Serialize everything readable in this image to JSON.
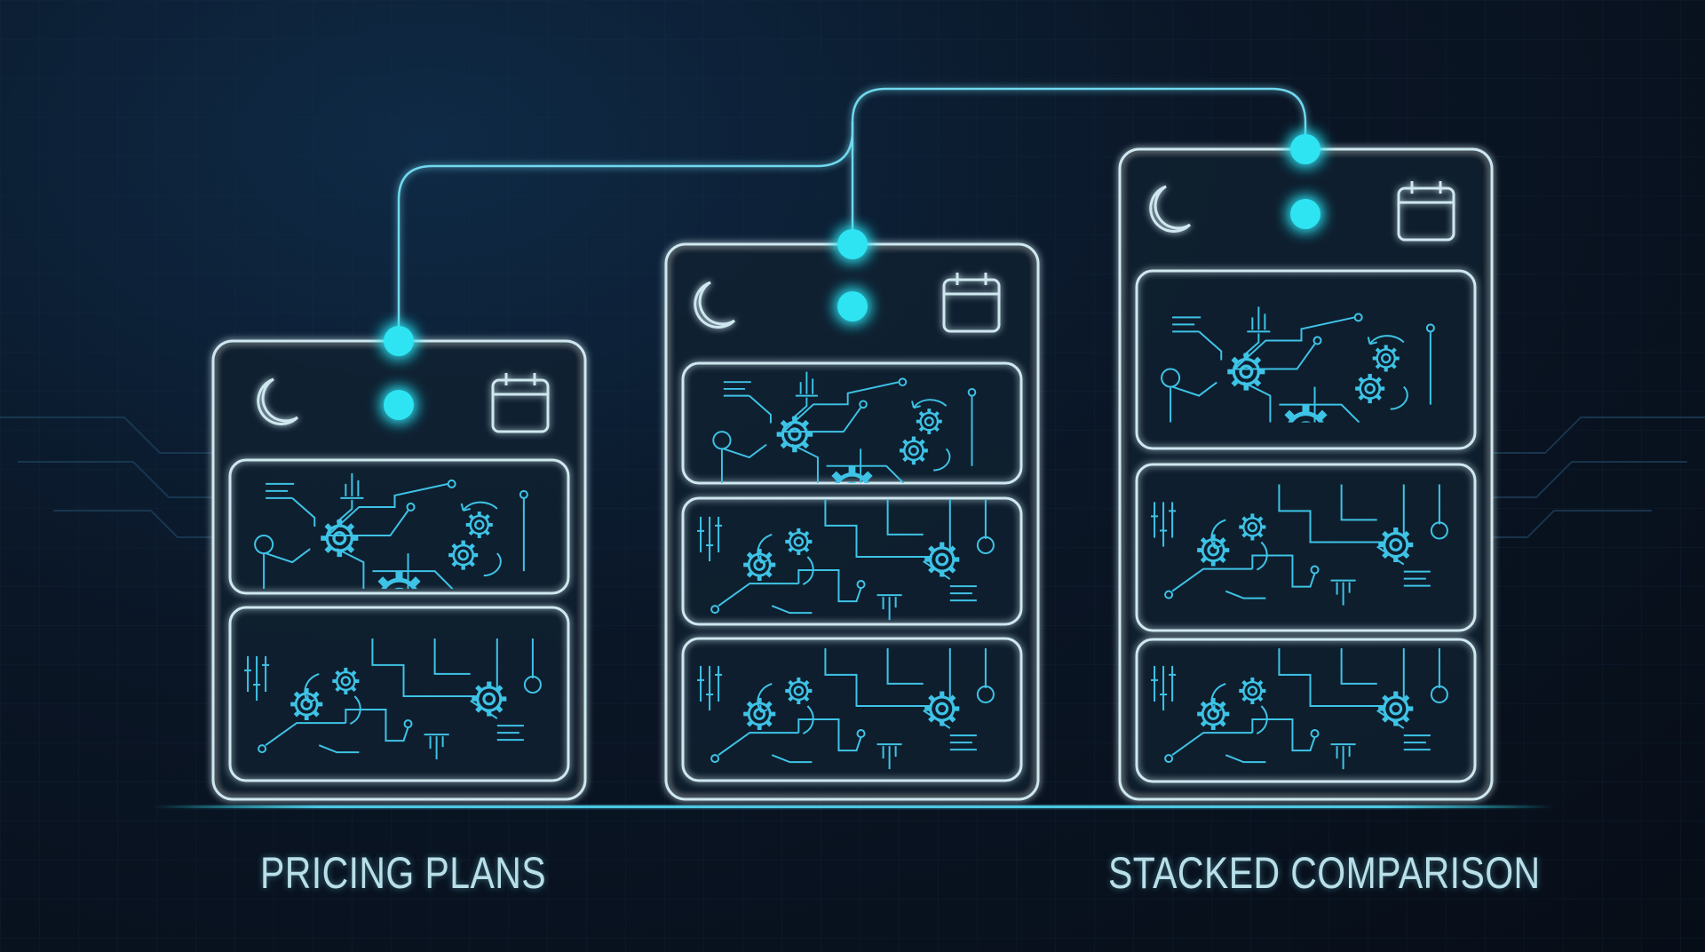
{
  "labels": {
    "left": "PRICING PLANS",
    "right": "STACKED COMPARISON"
  },
  "icons": {
    "header_left": "moon-icon",
    "header_right": "calendar-icon",
    "panel": [
      "gear-icon",
      "bar-chart-icon",
      "sliders-icon",
      "text-lines-icon",
      "circuit-trace"
    ]
  },
  "colors": {
    "background": "#0a1626",
    "glow": "#28e6f5",
    "outline": "#cfe8f0",
    "circuit": "#3ec3e6",
    "grid": "#1a3a55"
  }
}
